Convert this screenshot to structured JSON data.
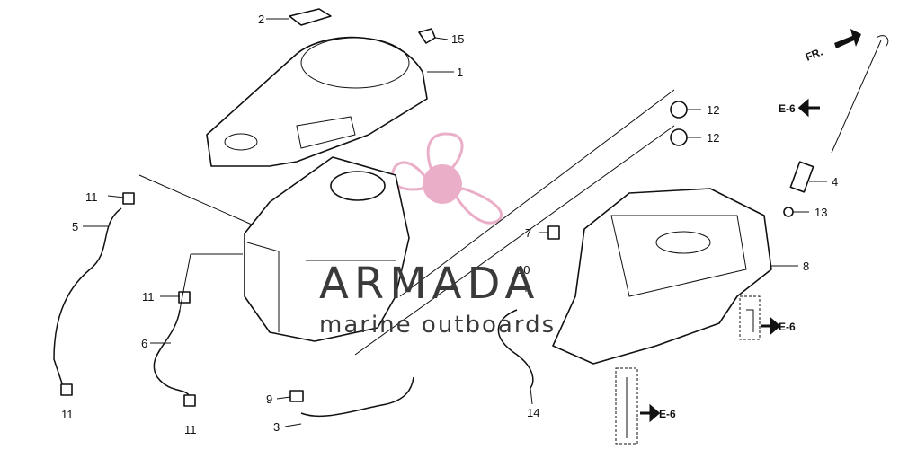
{
  "watermark": {
    "brand": "ARMADA",
    "tagline": "marine outboards",
    "logo_color": "#e8a0c0"
  },
  "front_marker": "FR.",
  "callouts": [
    {
      "id": "c1",
      "text": "1"
    },
    {
      "id": "c2",
      "text": "2"
    },
    {
      "id": "c3",
      "text": "3"
    },
    {
      "id": "c4",
      "text": "4"
    },
    {
      "id": "c5",
      "text": "5"
    },
    {
      "id": "c6",
      "text": "6"
    },
    {
      "id": "c7",
      "text": "7"
    },
    {
      "id": "c8",
      "text": "8"
    },
    {
      "id": "c9",
      "text": "9"
    },
    {
      "id": "c10",
      "text": "10"
    },
    {
      "id": "c11a",
      "text": "11"
    },
    {
      "id": "c11b",
      "text": "11"
    },
    {
      "id": "c11c",
      "text": "11"
    },
    {
      "id": "c11d",
      "text": "11"
    },
    {
      "id": "c12a",
      "text": "12"
    },
    {
      "id": "c12b",
      "text": "12"
    },
    {
      "id": "c13",
      "text": "13"
    },
    {
      "id": "c14",
      "text": "14"
    },
    {
      "id": "c15",
      "text": "15"
    }
  ],
  "refs": [
    {
      "id": "r1",
      "text": "E-6"
    },
    {
      "id": "r2",
      "text": "E-6"
    },
    {
      "id": "r3",
      "text": "E-6"
    }
  ]
}
